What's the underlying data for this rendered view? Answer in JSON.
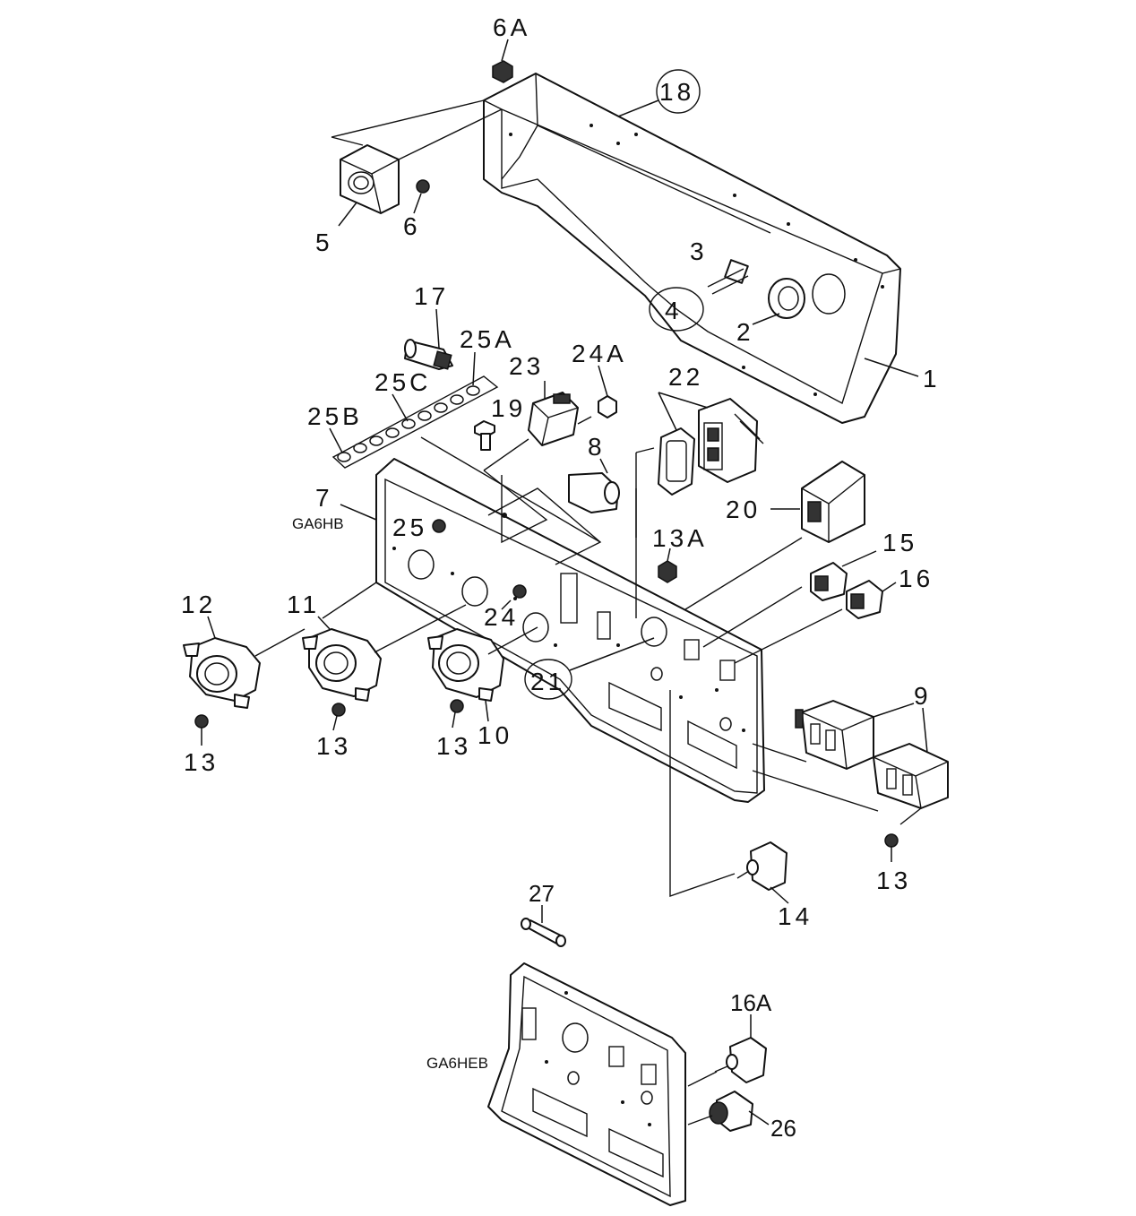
{
  "diagram": {
    "callouts": {
      "p1": "1",
      "p2": "2",
      "p3": "3",
      "p4": "4",
      "p5": "5",
      "p6": "6",
      "p6a": "6A",
      "p7": "7",
      "p8": "8",
      "p9": "9",
      "p10": "10",
      "p11": "11",
      "p12": "12",
      "p13a": "13",
      "p13b": "13",
      "p13c": "13",
      "p13d": "13",
      "p13A": "13A",
      "p14": "14",
      "p15": "15",
      "p16": "16",
      "p16A": "16A",
      "p17": "17",
      "p18": "18",
      "p19": "19",
      "p20": "20",
      "p21": "21",
      "p22": "22",
      "p23": "23",
      "p24": "24",
      "p24A": "24A",
      "p25": "25",
      "p25A": "25A",
      "p25B": "25B",
      "p25C": "25C",
      "p26": "26",
      "p27": "27"
    },
    "models": {
      "top_panel": "GA6HB",
      "bottom_panel": "GA6HEB"
    }
  }
}
